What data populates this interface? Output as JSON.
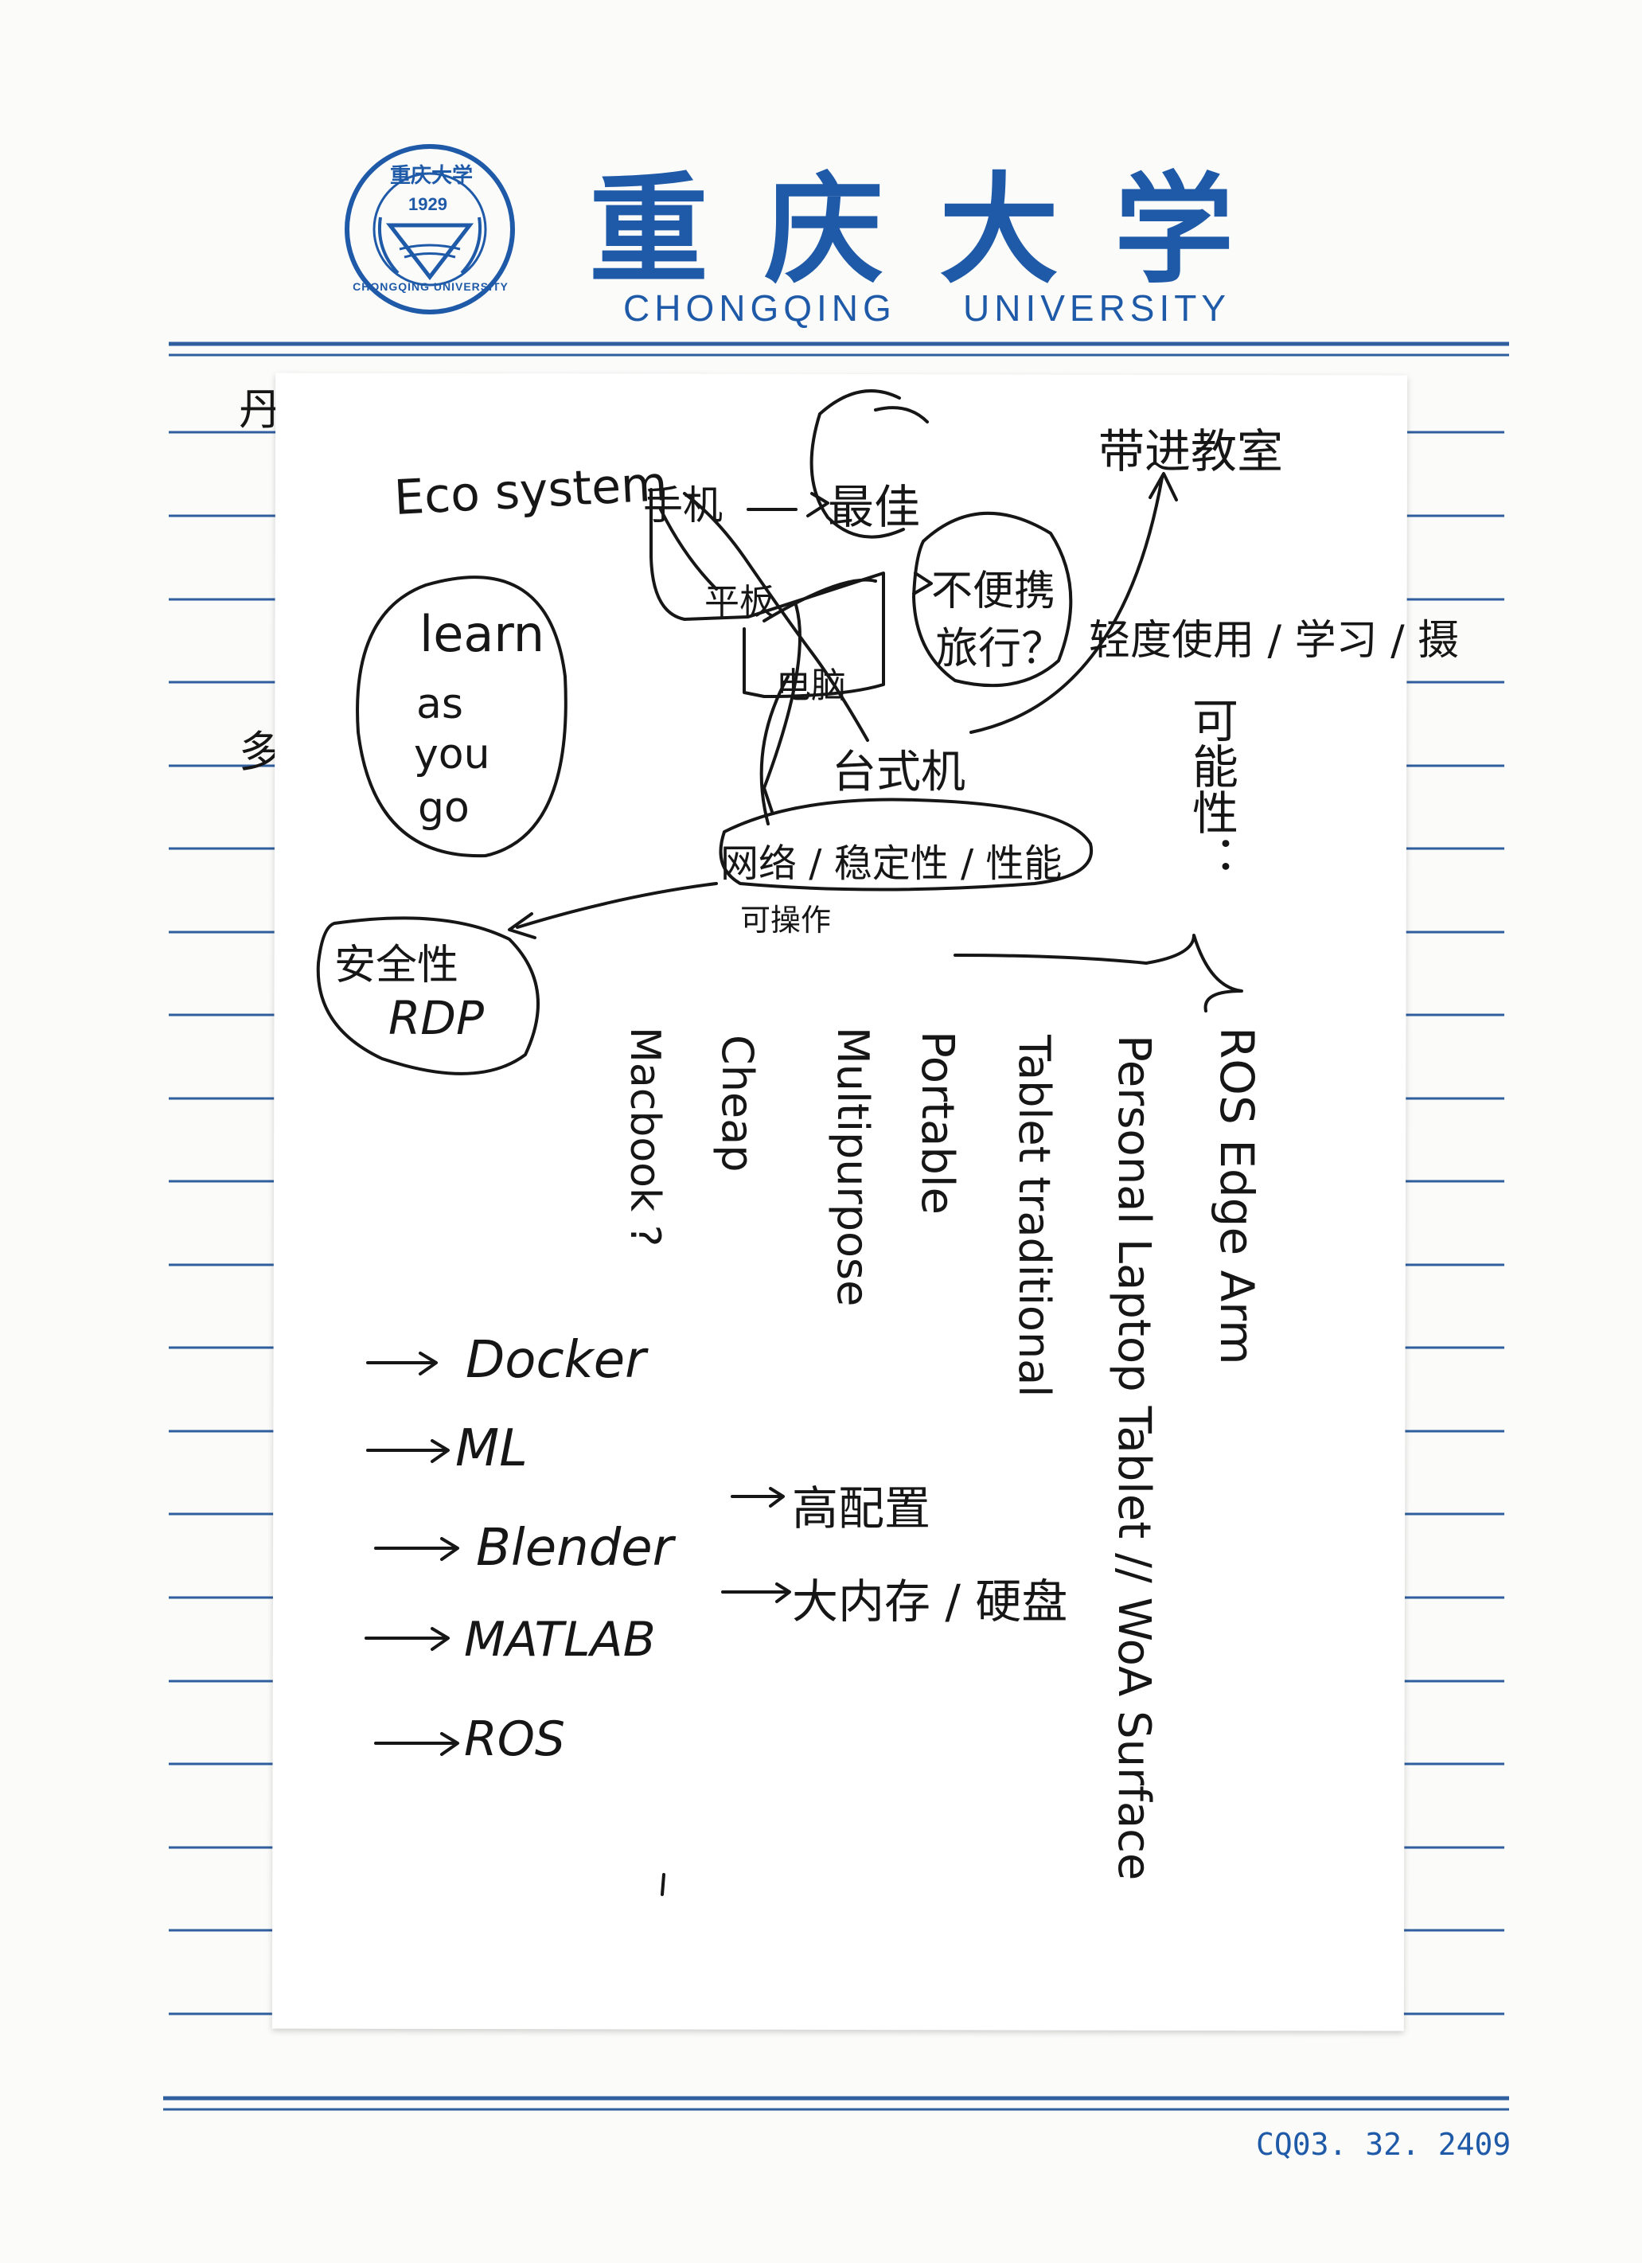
{
  "header": {
    "university_cn": "重庆大学",
    "university_en_left": "CHONGQING",
    "university_en_right": "UNIVERSITY",
    "seal": {
      "top_text": "重庆大学",
      "year": "1929",
      "ring_text": "CHONGQING UNIVERSITY"
    },
    "brand_color": "#1f5aa8"
  },
  "footer": {
    "form_code": "CQ03. 32. 2409"
  },
  "note": {
    "center": {
      "ecosystem": "Eco system",
      "phone": "手机",
      "best": "最佳",
      "tablet": "平板",
      "pc": "电脑",
      "desktop": "台式机",
      "inconvenient": "不便携",
      "travel": "旅行？",
      "classroom": "带进教室",
      "light_use": "轻度使用 / 学习 / 摄",
      "network": "网络 / 稳定性 / 性能",
      "operability": "可操作",
      "security": "安全性",
      "rdp": "RDP"
    },
    "learn_bubble": [
      "learn",
      "as",
      "you",
      "go"
    ],
    "left_edge": [
      "丹",
      "多"
    ],
    "possibility": "可能性：",
    "options": [
      "ROS Edge Arm",
      "Personal Laptop Tablet // WoA Surface",
      "Tablet traditional",
      "Portable",
      "Multipurpose",
      "Cheap",
      "Macbook ?"
    ],
    "tools": [
      "Docker",
      "ML",
      "Blender",
      "MATLAB",
      "ROS"
    ],
    "requirements": [
      "高配置",
      "大内存 / 硬盘"
    ]
  }
}
